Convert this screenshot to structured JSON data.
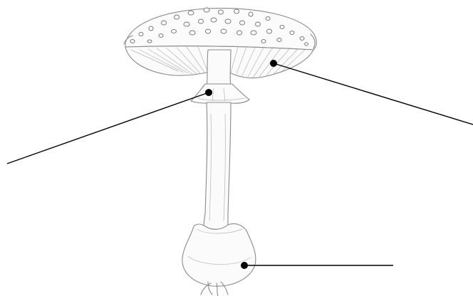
{
  "diagram": {
    "subject": "mushroom",
    "style": "pencil sketch, unlabeled",
    "colors": {
      "background": "#ffffff",
      "sketch_stroke": "#8a8a8a",
      "pointer": "#000000"
    },
    "pointers": [
      {
        "id": "cap-underside-gills",
        "label": ""
      },
      {
        "id": "ring",
        "label": ""
      },
      {
        "id": "volva",
        "label": ""
      }
    ]
  }
}
